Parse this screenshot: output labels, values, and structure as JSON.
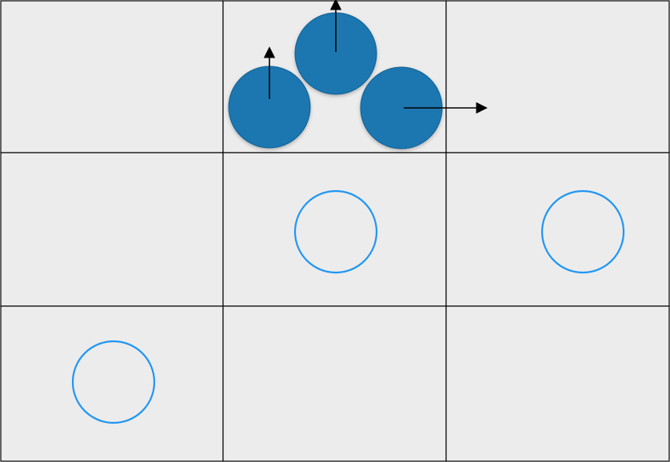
{
  "grid": {
    "rows": 3,
    "cols": 3,
    "cell_fill": "#ececec",
    "line_color": "#000000"
  },
  "colors": {
    "filled_circle": "#1a77b1",
    "filled_circle_texture": "#0f5f93",
    "outline_circle": "#2196f3",
    "arrow": "#000000"
  },
  "filled_circles": [
    {
      "name": "filled-circle-left",
      "cell": [
        0,
        1
      ],
      "arrow": "up"
    },
    {
      "name": "filled-circle-top",
      "cell": [
        0,
        1
      ],
      "arrow": "up"
    },
    {
      "name": "filled-circle-right",
      "cell": [
        0,
        1
      ],
      "arrow": "right"
    }
  ],
  "outline_circles": [
    {
      "name": "outline-circle-middle-center",
      "cell": [
        1,
        1
      ]
    },
    {
      "name": "outline-circle-middle-right",
      "cell": [
        1,
        2
      ]
    },
    {
      "name": "outline-circle-bottom-left",
      "cell": [
        2,
        0
      ]
    }
  ]
}
